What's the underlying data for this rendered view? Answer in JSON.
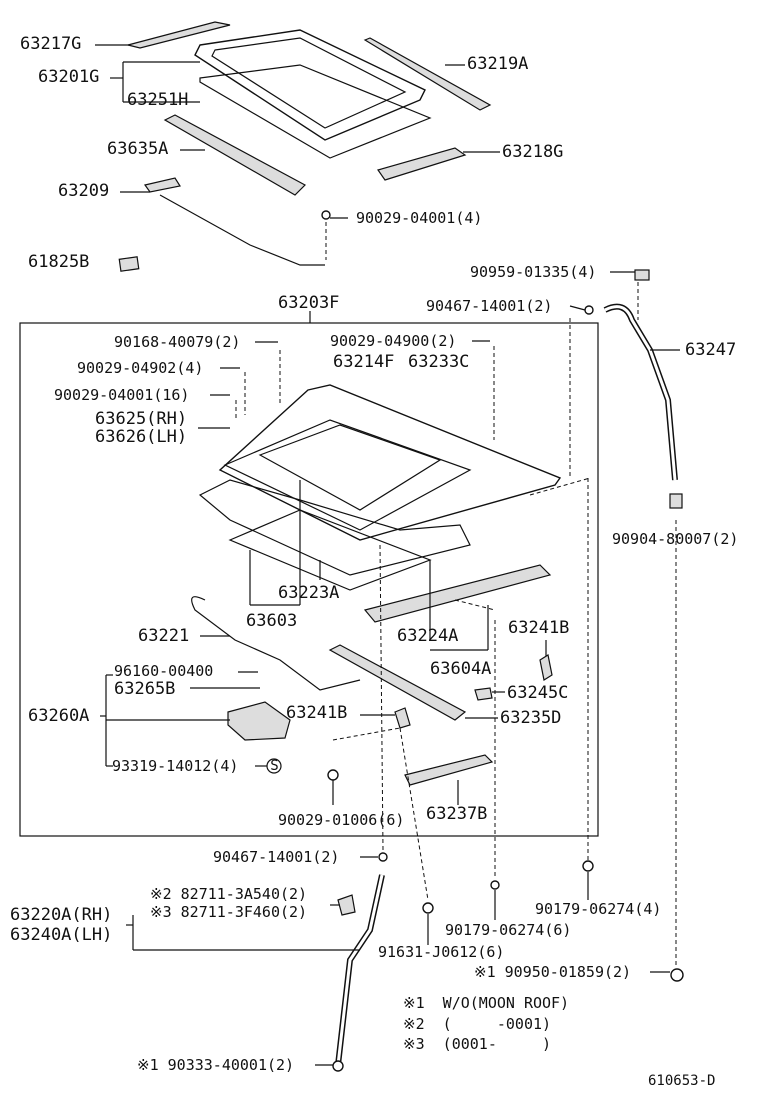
{
  "labels": {
    "p63217G": "63217G",
    "p63201G": "63201G",
    "p63251H": "63251H",
    "p63219A": "63219A",
    "p63635A": "63635A",
    "p63218G": "63218G",
    "p63209": "63209",
    "p90029_04001_4": "90029-04001(4)",
    "p61825B": "61825B",
    "p90959": "90959-01335(4)",
    "p63203F": "63203F",
    "p90467_top": "90467-14001(2)",
    "p63247": "63247",
    "p90168": "90168-40079(2)",
    "p90029_04900": "90029-04900(2)",
    "p90029_04902": "90029-04902(4)",
    "p63214F": "63214F",
    "p63233C": "63233C",
    "p90029_04001_16": "90029-04001(16)",
    "p63625": "63625(RH)",
    "p63626": "63626(LH)",
    "p90904": "90904-80007(2)",
    "p63223A": "63223A",
    "p63603": "63603",
    "p63221": "63221",
    "p63224A": "63224A",
    "p63241B_r": "63241B",
    "p63604A": "63604A",
    "p96160": "96160-00400",
    "p63265B": "63265B",
    "p63245C": "63245C",
    "p63260A": "63260A",
    "p63241B_m": "63241B",
    "p63235D": "63235D",
    "p93319": "93319-14012(4)",
    "p90029_01006": "90029-01006(6)",
    "p63237B": "63237B",
    "p90467_bot": "90467-14001(2)",
    "p82711_a": "※2 82711-3A540(2)",
    "p82711_b": "※3 82711-3F460(2)",
    "p63220A": "63220A(RH)",
    "p63240A": "63240A(LH)",
    "p90179_4": "90179-06274(4)",
    "p90179_6": "90179-06274(6)",
    "p91631": "91631-J0612(6)",
    "p90950": "※1 90950-01859(2)",
    "p90333": "※1 90333-40001(2)"
  },
  "notes": {
    "n1": "※1  W/O(MOON ROOF)",
    "n2": "※2  (     -0001)",
    "n3": "※3  (0001-     )"
  },
  "callout_s": "S",
  "figure_id": "610653-D"
}
